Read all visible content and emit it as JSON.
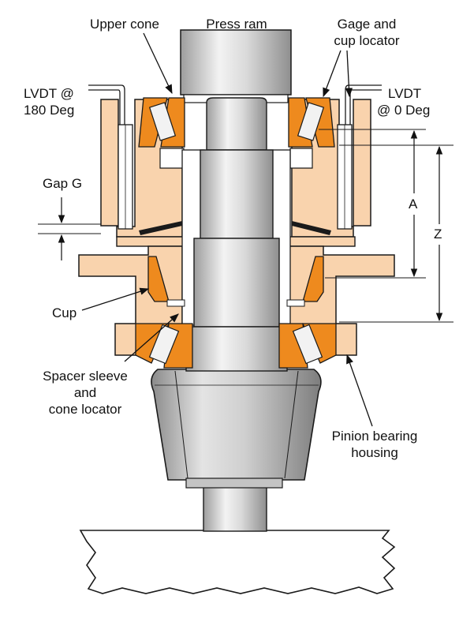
{
  "labels": {
    "upper_cone": "Upper cone",
    "press_ram": "Press ram",
    "gage_line1": "Gage and",
    "gage_line2": "cup locator",
    "lvdt180_line1": "LVDT @",
    "lvdt180_line2": "180 Deg",
    "lvdt0_line1": "LVDT",
    "lvdt0_line2": "@ 0 Deg",
    "gap_g": "Gap G",
    "dim_a": "A",
    "dim_z": "Z",
    "cup": "Cup",
    "spacer_line1": "Spacer sleeve",
    "spacer_line2": "and",
    "spacer_line3": "cone locator",
    "housing_line1": "Pinion bearing",
    "housing_line2": "housing"
  },
  "colors": {
    "housing": "#f9d3ad",
    "bearing": "#ee8a1e",
    "shaft": "#d7d7d7",
    "outline": "#1a1a1a",
    "roller": "#f2f2f2",
    "white": "#ffffff"
  }
}
